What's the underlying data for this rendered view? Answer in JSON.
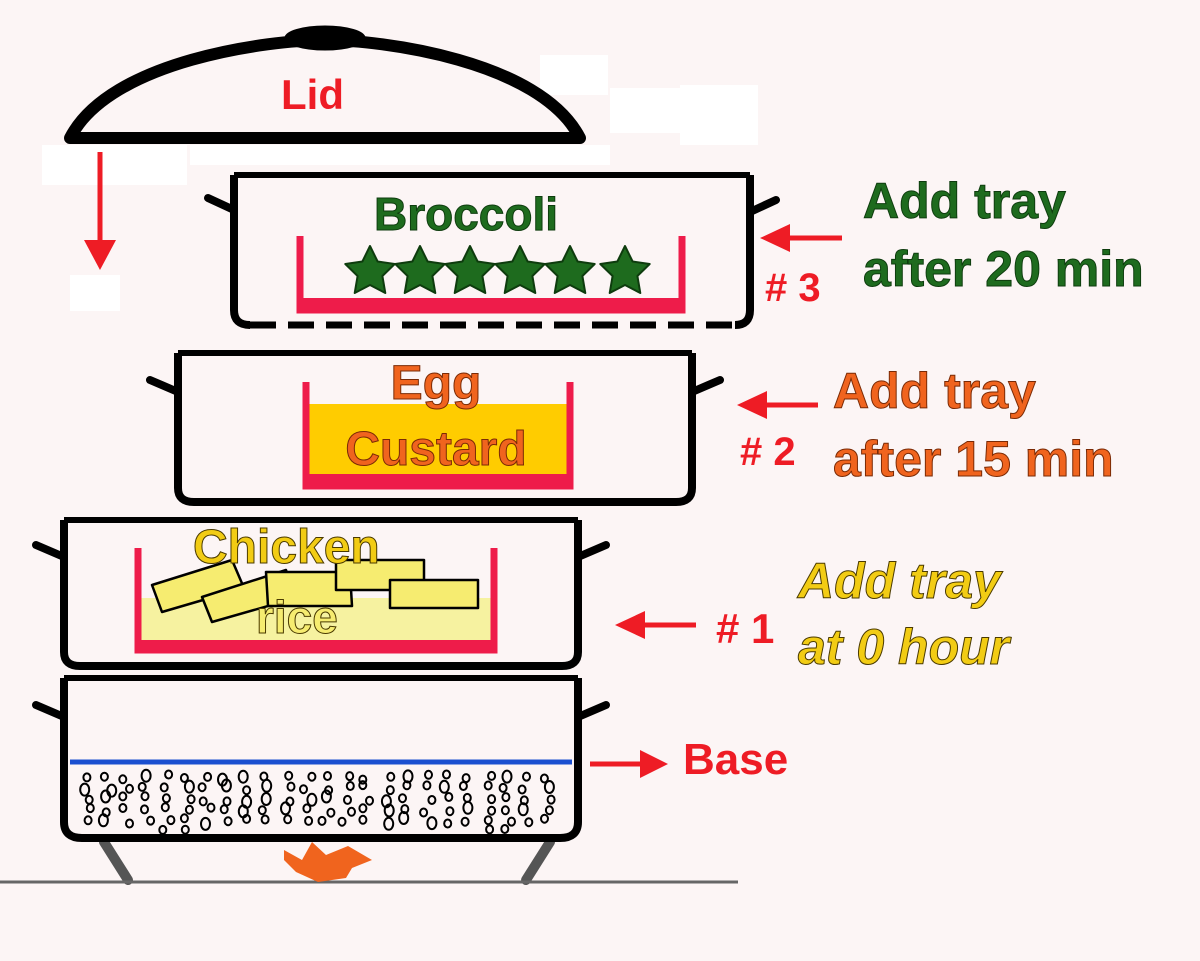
{
  "labels": {
    "lid": "Lid",
    "base": "Base",
    "broccoli": "Broccoli",
    "egg_line1": "Egg",
    "egg_line2": "Custard",
    "chicken_line1": "Chicken",
    "chicken_line2": "rice"
  },
  "trays": {
    "t3": {
      "number": "# 3",
      "line1": "Add tray",
      "line2": "after 20 min"
    },
    "t2": {
      "number": "# 2",
      "line1": "Add tray",
      "line2": "after 15 min"
    },
    "t1": {
      "number": "# 1",
      "line1": "Add tray",
      "line2": "at 0 hour"
    }
  },
  "colors": {
    "arrow": "#ee1c25",
    "tray_red": "#ee1c4a",
    "broccoli": "#1e6b1e",
    "egg_custard": "#ffcc00",
    "rice": "#f6f2a0",
    "water_line": "#1a4fd0",
    "flame": "#f0641e"
  }
}
